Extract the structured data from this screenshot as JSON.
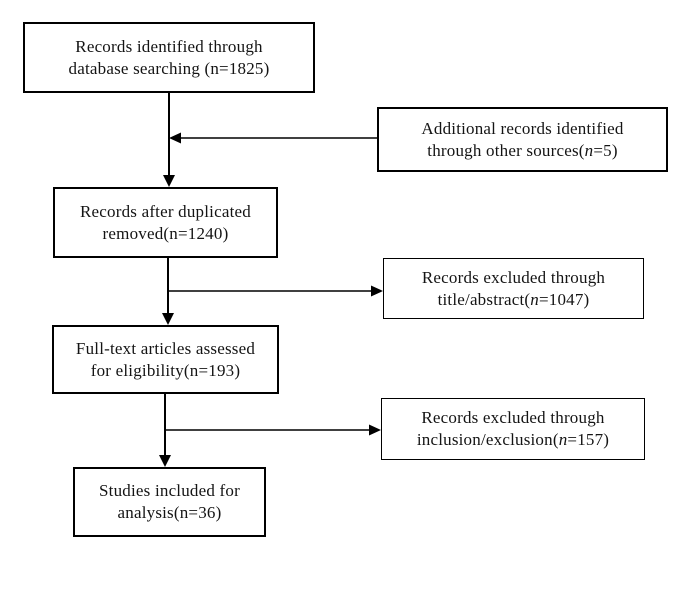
{
  "diagram": {
    "type": "flowchart",
    "description": "Study selection flow diagram (PRISMA style)",
    "colors": {
      "background": "#ffffff",
      "box_border": "#000000",
      "text": "#141414",
      "arrow": "#000000"
    },
    "boxes": [
      {
        "id": "records-identified",
        "n": 1825,
        "lines": [
          [
            {
              "t": "Records identified through"
            }
          ],
          [
            {
              "t": "database searching (n=1825)"
            }
          ]
        ]
      },
      {
        "id": "additional-records",
        "n": 5,
        "lines": [
          [
            {
              "t": "Additional records identified"
            }
          ],
          [
            {
              "t": "through other sources("
            },
            {
              "t": "n",
              "i": true
            },
            {
              "t": "=5)"
            }
          ]
        ]
      },
      {
        "id": "records-after-duplicates-removed",
        "n": 1240,
        "lines": [
          [
            {
              "t": "Records after duplicated"
            }
          ],
          [
            {
              "t": "removed(n=1240)"
            }
          ]
        ]
      },
      {
        "id": "records-excluded-title-abstract",
        "n": 1047,
        "lines": [
          [
            {
              "t": "Records excluded through"
            }
          ],
          [
            {
              "t": "title/abstract("
            },
            {
              "t": "n",
              "i": true
            },
            {
              "t": "=1047)"
            }
          ]
        ]
      },
      {
        "id": "fulltext-articles-assessed",
        "n": 193,
        "lines": [
          [
            {
              "t": "Full-text articles assessed"
            }
          ],
          [
            {
              "t": "for eligibility(n=193)"
            }
          ]
        ]
      },
      {
        "id": "records-excluded-inclusion-exclusion",
        "n": 157,
        "lines": [
          [
            {
              "t": "Records excluded through"
            }
          ],
          [
            {
              "t": "inclusion/exclusion("
            },
            {
              "t": "n",
              "i": true
            },
            {
              "t": "=157)"
            }
          ]
        ]
      },
      {
        "id": "studies-included-for-analysis",
        "n": 36,
        "lines": [
          [
            {
              "t": "Studies included for"
            }
          ],
          [
            {
              "t": "analysis(n=36)"
            }
          ]
        ]
      }
    ]
  }
}
